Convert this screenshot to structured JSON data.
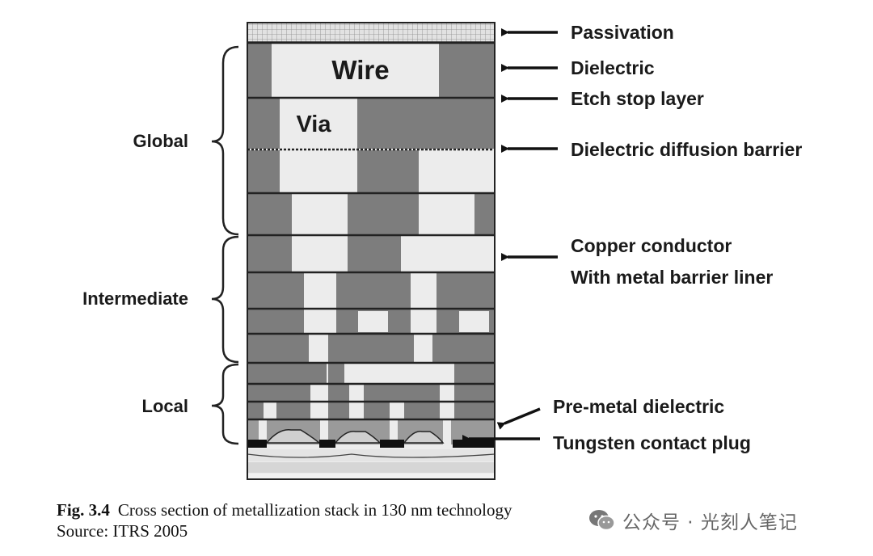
{
  "layers": {
    "passivation": "Passivation",
    "dielectric": "Dielectric",
    "etch_stop": "Etch stop layer",
    "diffusion_barrier": "Dielectric diffusion barrier",
    "copper_line1": "Copper conductor",
    "copper_line2": "With metal barrier liner",
    "pre_metal": "Pre-metal dielectric",
    "tungsten": "Tungsten contact plug"
  },
  "levels": {
    "global": "Global",
    "intermediate": "Intermediate",
    "local": "Local"
  },
  "inline": {
    "wire": "Wire",
    "via": "Via"
  },
  "caption": {
    "number": "Fig. 3.4",
    "text": "Cross section of metallization stack in 130 nm technology",
    "source": "Source: ITRS 2005"
  },
  "watermark": "公众号 · 光刻人笔记",
  "colors": {
    "dielectric": "#7d7d7d",
    "copper": "#ececec",
    "line": "#222222",
    "substrate": "#d6d6d6"
  }
}
